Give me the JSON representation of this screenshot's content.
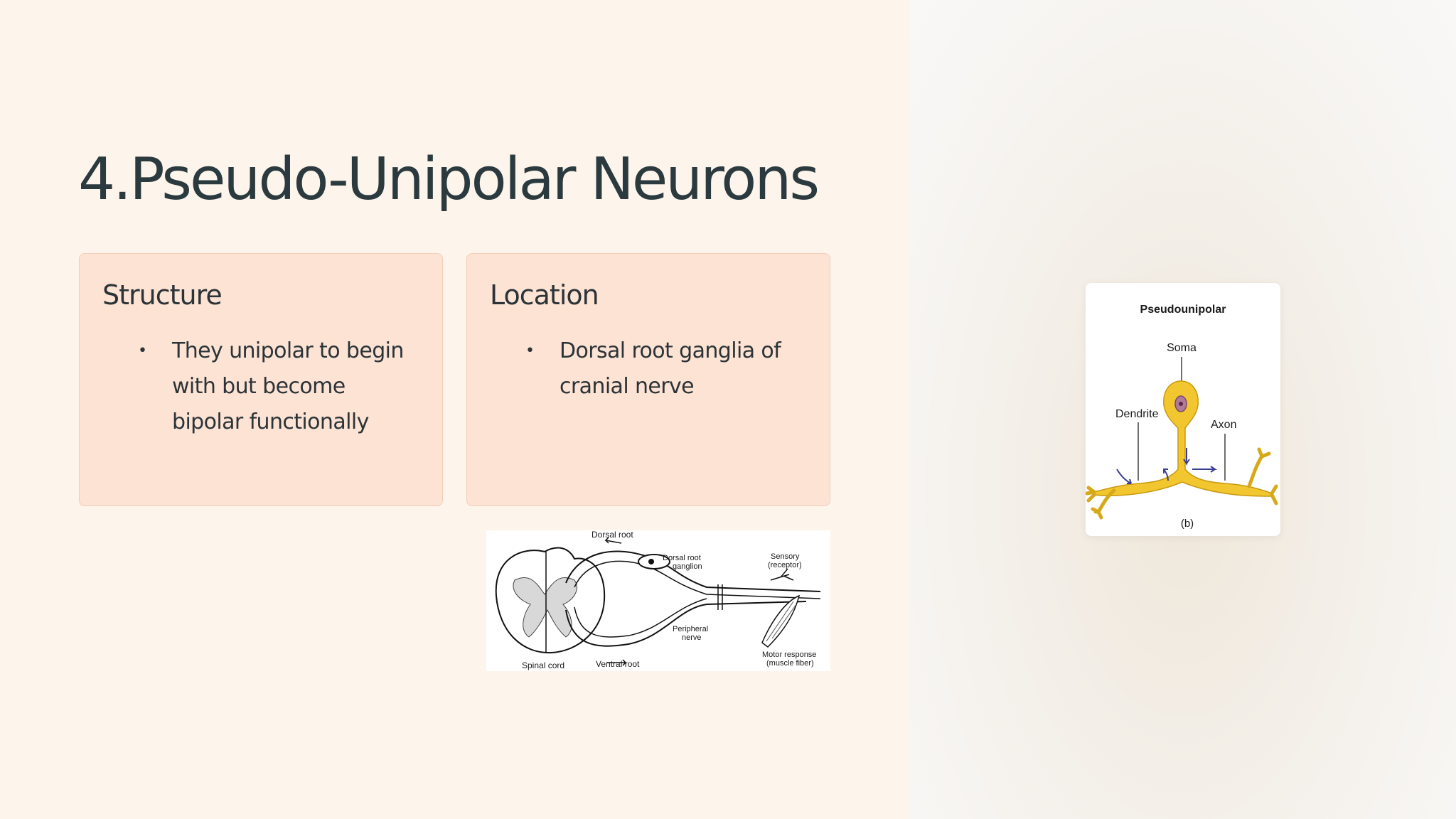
{
  "slide": {
    "title": "4.Pseudo-Unipolar Neurons"
  },
  "cards": [
    {
      "heading": "Structure",
      "bullets": [
        "They unipolar to begin with but become bipolar functionally"
      ]
    },
    {
      "heading": "Location",
      "bullets": [
        "Dorsal root ganglia of cranial nerve"
      ]
    }
  ],
  "spinal_figure": {
    "labels": {
      "dorsal_root": "Dorsal root",
      "dorsal_root_ganglion_1": "Dorsal root",
      "dorsal_root_ganglion_2": "ganglion",
      "sensory_1": "Sensory",
      "sensory_2": "(receptor)",
      "peripheral_1": "Peripheral",
      "peripheral_2": "nerve",
      "motor_1": "Motor response",
      "motor_2": "(muscle fiber)",
      "spinal_cord": "Spinal cord",
      "ventral_root": "Ventral root"
    }
  },
  "neuron_figure": {
    "title": "Pseudounipolar",
    "labels": {
      "soma": "Soma",
      "dendrite": "Dendrite",
      "axon": "Axon",
      "panel": "(b)"
    },
    "colors": {
      "neuron_fill": "#f2c62e",
      "neuron_stroke": "#c99a10",
      "nucleus": "#7a4a6a",
      "arrow": "#3a3f8f"
    }
  },
  "colors": {
    "background": "#fdf5ec",
    "card_fill": "#fde3d4",
    "title_text": "#2b3a3e"
  }
}
